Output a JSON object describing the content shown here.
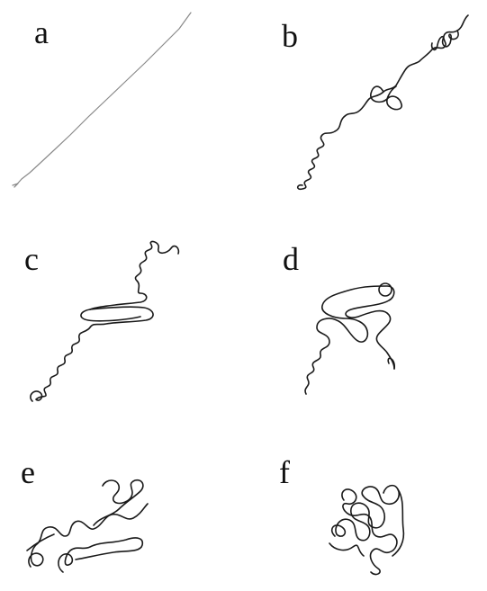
{
  "figure": {
    "panels": [
      {
        "id": "a",
        "label": "a"
      },
      {
        "id": "b",
        "label": "b"
      },
      {
        "id": "c",
        "label": "c"
      },
      {
        "id": "d",
        "label": "d"
      },
      {
        "id": "e",
        "label": "e"
      },
      {
        "id": "f",
        "label": "f"
      }
    ],
    "colors": {
      "background": "#ffffff",
      "stroke": "#1a1a1a",
      "stroke_light": "#8a8a8a"
    }
  }
}
